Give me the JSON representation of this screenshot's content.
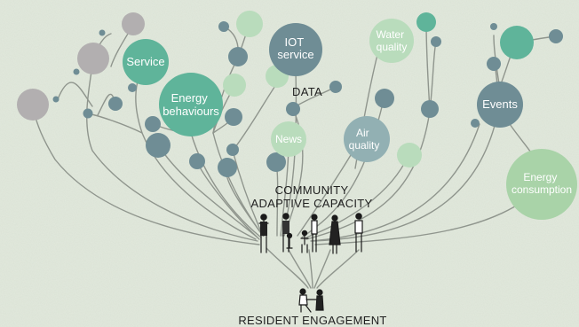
{
  "diagram": {
    "top_label": "DATA",
    "community_line1": "COMMUNITY",
    "community_line2": "ADAPTIVE CAPACITY",
    "bottom_label": "RESIDENT ENGAGEMENT"
  },
  "bubbles": {
    "service": {
      "label": [
        "Service"
      ]
    },
    "energy_behaviours": {
      "label": [
        "Energy",
        "behaviours"
      ]
    },
    "iot_service": {
      "label": [
        "IOT",
        "service"
      ]
    },
    "water_quality": {
      "label": [
        "Water",
        "quality"
      ]
    },
    "news": {
      "label": [
        "News"
      ]
    },
    "air_quality": {
      "label": [
        "Air",
        "quality"
      ]
    },
    "events": {
      "label": [
        "Events"
      ]
    },
    "energy_consumption": {
      "label": [
        "Energy",
        "consumption"
      ]
    }
  },
  "colors": {
    "background": "#e1e8dc",
    "branch": "#8a9088",
    "teal": "#5fb49a",
    "slate": "#6f8d95",
    "mint": "#b9dcbc",
    "grey": "#b0adae"
  }
}
